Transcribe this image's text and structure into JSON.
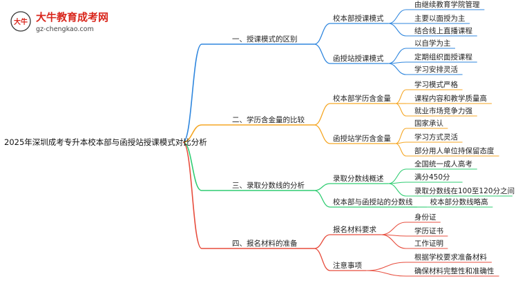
{
  "logo": {
    "title": "大牛教育成考网",
    "url": "gz-chengkao.com",
    "mark": "大牛"
  },
  "root": "2025年深圳成考专升本校本部与函授站授课模式对比分析",
  "colors": {
    "blue": "#2e86de",
    "orange": "#f5a623",
    "green": "#2ecc71",
    "red": "#e74c3c",
    "logo": "#d9261c"
  },
  "branches": [
    {
      "label": "一、授课模式的区别",
      "color": "blue",
      "children": [
        {
          "label": "校本部授课模式",
          "children": [
            "由继续教育学院管理",
            "主要以面授为主",
            "结合线上直播课程"
          ]
        },
        {
          "label": "函授站授课模式",
          "children": [
            "以自学为主",
            "定期组织面授课程",
            "学习安排灵活"
          ]
        }
      ]
    },
    {
      "label": "二、学历含金量的比较",
      "color": "orange",
      "children": [
        {
          "label": "校本部学历含金量",
          "children": [
            "学习模式严格",
            "课程内容和教学质量高",
            "就业市场竞争力强"
          ]
        },
        {
          "label": "函授站学历含金量",
          "children": [
            "国家承认",
            "学习方式灵活",
            "部分用人单位持保留态度"
          ]
        }
      ]
    },
    {
      "label": "三、录取分数线的分析",
      "color": "green",
      "children": [
        {
          "label": "录取分数线概述",
          "children": [
            "全国统一成人高考",
            "满分450分",
            "录取分数线在100至120分之间"
          ]
        },
        {
          "label": "校本部与函授站的分数线",
          "children": [
            "校本部分数线略高"
          ]
        }
      ]
    },
    {
      "label": "四、报名材料的准备",
      "color": "red",
      "children": [
        {
          "label": "报名材料要求",
          "children": [
            "身份证",
            "学历证书",
            "工作证明"
          ]
        },
        {
          "label": "注意事项",
          "children": [
            "根据学校要求准备材料",
            "确保材料完整性和准确性"
          ]
        }
      ]
    }
  ]
}
